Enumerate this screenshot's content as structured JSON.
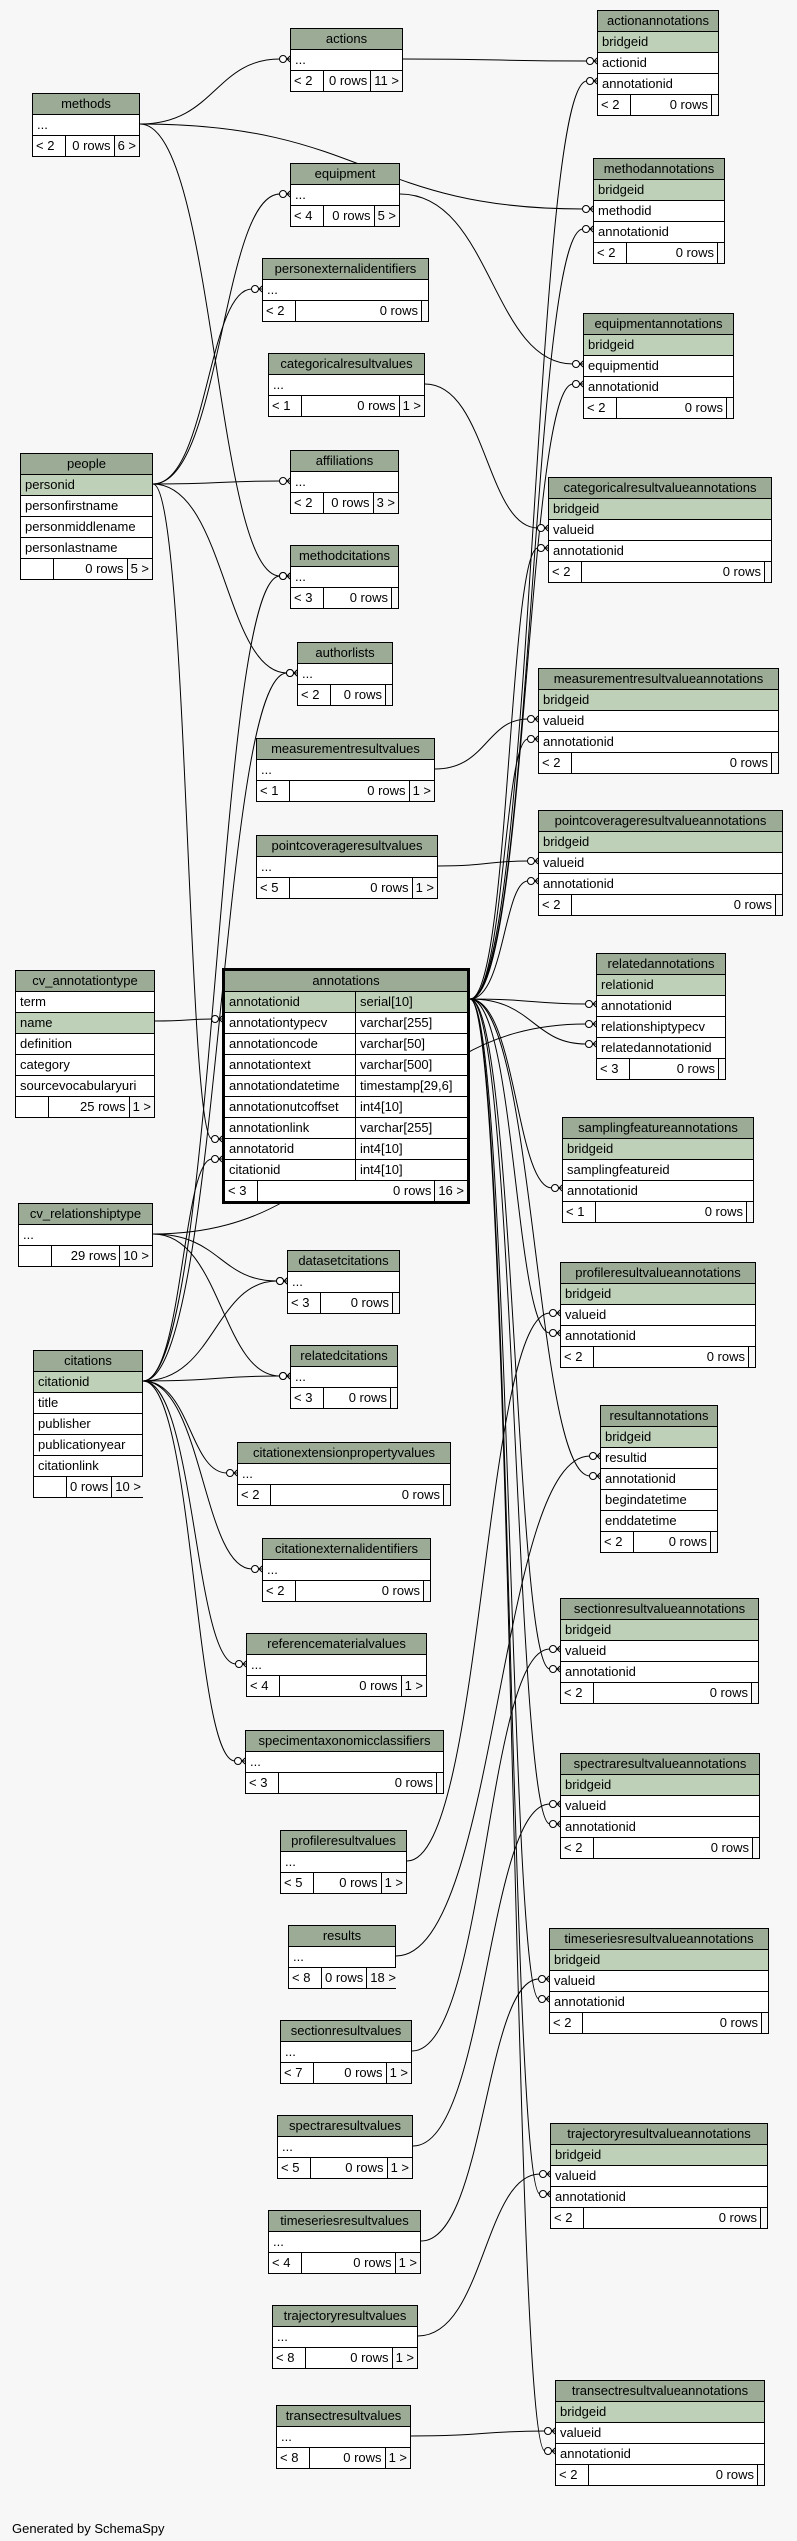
{
  "credit": "Generated by SchemaSpy",
  "tables": {
    "actions": {
      "name": "actions",
      "rows": [
        "..."
      ],
      "foot": [
        "< 2",
        "0 rows",
        "11 >"
      ]
    },
    "methods": {
      "name": "methods",
      "rows": [
        "..."
      ],
      "foot": [
        "< 2",
        "0 rows",
        "6 >"
      ]
    },
    "equipment": {
      "name": "equipment",
      "rows": [
        "..."
      ],
      "foot": [
        "< 4",
        "0 rows",
        "5 >"
      ]
    },
    "personexternalidentifiers": {
      "name": "personexternalidentifiers",
      "rows": [
        "..."
      ],
      "foot": [
        "< 2",
        "0 rows",
        ""
      ]
    },
    "categoricalresultvalues": {
      "name": "categoricalresultvalues",
      "rows": [
        "..."
      ],
      "foot": [
        "< 1",
        "0 rows",
        "1 >"
      ]
    },
    "people": {
      "name": "people",
      "rows": [
        "personid",
        "personfirstname",
        "personmiddlename",
        "personlastname"
      ],
      "foot": [
        "",
        "0 rows",
        "5 >"
      ]
    },
    "affiliations": {
      "name": "affiliations",
      "rows": [
        "..."
      ],
      "foot": [
        "< 2",
        "0 rows",
        "3 >"
      ]
    },
    "methodcitations": {
      "name": "methodcitations",
      "rows": [
        "..."
      ],
      "foot": [
        "< 3",
        "0 rows",
        ""
      ]
    },
    "authorlists": {
      "name": "authorlists",
      "rows": [
        "..."
      ],
      "foot": [
        "< 2",
        "0 rows",
        ""
      ]
    },
    "measurementresultvalues": {
      "name": "measurementresultvalues",
      "rows": [
        "..."
      ],
      "foot": [
        "< 1",
        "0 rows",
        "1 >"
      ]
    },
    "pointcoverageresultvalues": {
      "name": "pointcoverageresultvalues",
      "rows": [
        "..."
      ],
      "foot": [
        "< 5",
        "0 rows",
        "1 >"
      ]
    },
    "cv_annotationtype": {
      "name": "cv_annotationtype",
      "rows": [
        "term",
        "name",
        "definition",
        "category",
        "sourcevocabularyuri"
      ],
      "foot": [
        "",
        "25 rows",
        "1 >"
      ]
    },
    "annotations": {
      "name": "annotations",
      "cols": [
        [
          "annotationid",
          "serial[10]"
        ],
        [
          "annotationtypecv",
          "varchar[255]"
        ],
        [
          "annotationcode",
          "varchar[50]"
        ],
        [
          "annotationtext",
          "varchar[500]"
        ],
        [
          "annotationdatetime",
          "timestamp[29,6]"
        ],
        [
          "annotationutcoffset",
          "int4[10]"
        ],
        [
          "annotationlink",
          "varchar[255]"
        ],
        [
          "annotatorid",
          "int4[10]"
        ],
        [
          "citationid",
          "int4[10]"
        ]
      ],
      "foot": [
        "< 3",
        "0 rows",
        "16 >"
      ]
    },
    "cv_relationshiptype": {
      "name": "cv_relationshiptype",
      "rows": [
        "..."
      ],
      "foot": [
        "",
        "29 rows",
        "10 >"
      ]
    },
    "datasetcitations": {
      "name": "datasetcitations",
      "rows": [
        "..."
      ],
      "foot": [
        "< 3",
        "0 rows",
        ""
      ]
    },
    "relatedcitations": {
      "name": "relatedcitations",
      "rows": [
        "..."
      ],
      "foot": [
        "< 3",
        "0 rows",
        ""
      ]
    },
    "citations": {
      "name": "citations",
      "rows": [
        "citationid",
        "title",
        "publisher",
        "publicationyear",
        "citationlink"
      ],
      "foot": [
        "",
        "0 rows",
        "10 >"
      ]
    },
    "citationextensionpropertyvalues": {
      "name": "citationextensionpropertyvalues",
      "rows": [
        "..."
      ],
      "foot": [
        "< 2",
        "0 rows",
        ""
      ]
    },
    "citationexternalidentifiers": {
      "name": "citationexternalidentifiers",
      "rows": [
        "..."
      ],
      "foot": [
        "< 2",
        "0 rows",
        ""
      ]
    },
    "referencematerialvalues": {
      "name": "referencematerialvalues",
      "rows": [
        "..."
      ],
      "foot": [
        "< 4",
        "0 rows",
        "1 >"
      ]
    },
    "specimentaxonomicclassifiers": {
      "name": "specimentaxonomicclassifiers",
      "rows": [
        "..."
      ],
      "foot": [
        "< 3",
        "0 rows",
        ""
      ]
    },
    "profileresultvalues": {
      "name": "profileresultvalues",
      "rows": [
        "..."
      ],
      "foot": [
        "< 5",
        "0 rows",
        "1 >"
      ]
    },
    "results": {
      "name": "results",
      "rows": [
        "..."
      ],
      "foot": [
        "< 8",
        "0 rows",
        "18 >"
      ]
    },
    "sectionresultvalues": {
      "name": "sectionresultvalues",
      "rows": [
        "..."
      ],
      "foot": [
        "< 7",
        "0 rows",
        "1 >"
      ]
    },
    "spectraresultvalues": {
      "name": "spectraresultvalues",
      "rows": [
        "..."
      ],
      "foot": [
        "< 5",
        "0 rows",
        "1 >"
      ]
    },
    "timeseriesresultvalues": {
      "name": "timeseriesresultvalues",
      "rows": [
        "..."
      ],
      "foot": [
        "< 4",
        "0 rows",
        "1 >"
      ]
    },
    "trajectoryresultvalues": {
      "name": "trajectoryresultvalues",
      "rows": [
        "..."
      ],
      "foot": [
        "< 8",
        "0 rows",
        "1 >"
      ]
    },
    "transectresultvalues": {
      "name": "transectresultvalues",
      "rows": [
        "..."
      ],
      "foot": [
        "< 8",
        "0 rows",
        "1 >"
      ]
    },
    "actionannotations": {
      "name": "actionannotations",
      "rows": [
        "bridgeid",
        "actionid",
        "annotationid"
      ],
      "foot": [
        "< 2",
        "0 rows",
        ""
      ]
    },
    "methodannotations": {
      "name": "methodannotations",
      "rows": [
        "bridgeid",
        "methodid",
        "annotationid"
      ],
      "foot": [
        "< 2",
        "0 rows",
        ""
      ]
    },
    "equipmentannotations": {
      "name": "equipmentannotations",
      "rows": [
        "bridgeid",
        "equipmentid",
        "annotationid"
      ],
      "foot": [
        "< 2",
        "0 rows",
        ""
      ]
    },
    "categoricalresultvalueannotations": {
      "name": "categoricalresultvalueannotations",
      "rows": [
        "bridgeid",
        "valueid",
        "annotationid"
      ],
      "foot": [
        "< 2",
        "0 rows",
        ""
      ]
    },
    "measurementresultvalueannotations": {
      "name": "measurementresultvalueannotations",
      "rows": [
        "bridgeid",
        "valueid",
        "annotationid"
      ],
      "foot": [
        "< 2",
        "0 rows",
        ""
      ]
    },
    "pointcoverageresultvalueannotations": {
      "name": "pointcoverageresultvalueannotations",
      "rows": [
        "bridgeid",
        "valueid",
        "annotationid"
      ],
      "foot": [
        "< 2",
        "0 rows",
        ""
      ]
    },
    "relatedannotations": {
      "name": "relatedannotations",
      "rows": [
        "relationid",
        "annotationid",
        "relationshiptypecv",
        "relatedannotationid"
      ],
      "foot": [
        "< 3",
        "0 rows",
        ""
      ]
    },
    "samplingfeatureannotations": {
      "name": "samplingfeatureannotations",
      "rows": [
        "bridgeid",
        "samplingfeatureid",
        "annotationid"
      ],
      "foot": [
        "< 1",
        "0 rows",
        ""
      ]
    },
    "profileresultvalueannotations": {
      "name": "profileresultvalueannotations",
      "rows": [
        "bridgeid",
        "valueid",
        "annotationid"
      ],
      "foot": [
        "< 2",
        "0 rows",
        ""
      ]
    },
    "resultannotations": {
      "name": "resultannotations",
      "rows": [
        "bridgeid",
        "resultid",
        "annotationid",
        "begindatetime",
        "enddatetime"
      ],
      "foot": [
        "< 2",
        "0 rows",
        ""
      ]
    },
    "sectionresultvalueannotations": {
      "name": "sectionresultvalueannotations",
      "rows": [
        "bridgeid",
        "valueid",
        "annotationid"
      ],
      "foot": [
        "< 2",
        "0 rows",
        ""
      ]
    },
    "spectraresultvalueannotations": {
      "name": "spectraresultvalueannotations",
      "rows": [
        "bridgeid",
        "valueid",
        "annotationid"
      ],
      "foot": [
        "< 2",
        "0 rows",
        ""
      ]
    },
    "timeseriesresultvalueannotations": {
      "name": "timeseriesresultvalueannotations",
      "rows": [
        "bridgeid",
        "valueid",
        "annotationid"
      ],
      "foot": [
        "< 2",
        "0 rows",
        ""
      ]
    },
    "trajectoryresultvalueannotations": {
      "name": "trajectoryresultvalueannotations",
      "rows": [
        "bridgeid",
        "valueid",
        "annotationid"
      ],
      "foot": [
        "< 2",
        "0 rows",
        ""
      ]
    },
    "transectresultvalueannotations": {
      "name": "transectresultvalueannotations",
      "rows": [
        "bridgeid",
        "valueid",
        "annotationid"
      ],
      "foot": [
        "< 2",
        "0 rows",
        ""
      ]
    }
  },
  "colors": {
    "header": "#9bab96",
    "pk": "#bed1b8",
    "background": "#f7f7f7"
  }
}
